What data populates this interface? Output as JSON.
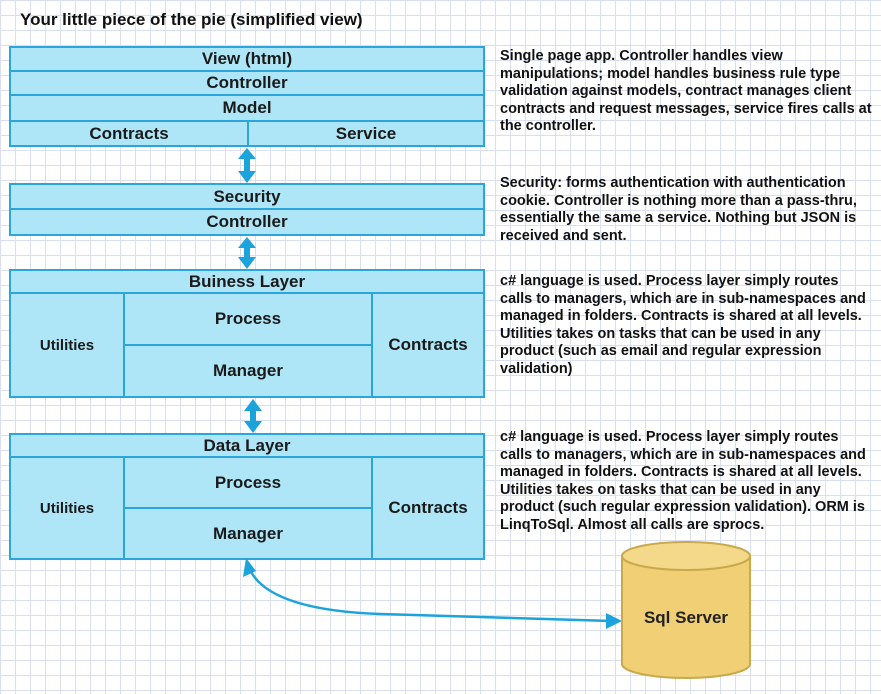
{
  "title": "Your little piece of the pie (simplified view)",
  "top_stack": {
    "view": "View (html)",
    "controller": "Controller",
    "model": "Model",
    "contracts": "Contracts",
    "service": "Service"
  },
  "security_stack": {
    "security": "Security",
    "controller": "Controller"
  },
  "business_layer": {
    "header": "Buiness Layer",
    "utilities": "Utilities",
    "process": "Process",
    "manager": "Manager",
    "contracts": "Contracts"
  },
  "data_layer": {
    "header": "Data Layer",
    "utilities": "Utilities",
    "process": "Process",
    "manager": "Manager",
    "contracts": "Contracts"
  },
  "database": {
    "label": "Sql Server"
  },
  "notes": {
    "top": "Single page app. Controller handles view manipulations; model handles business rule type validation against models, contract manages client contracts and request messages, service fires calls at the controller.",
    "security": "Security: forms authentication with authentication cookie. Controller is nothing more than a pass-thru, essentially the same a service. Nothing but JSON is received and sent.",
    "business": "c# language is used. Process layer simply routes calls to managers, which are in sub-namespaces and managed in folders. Contracts is shared at all levels. Utilities takes on tasks that can be used in any product (such as email and regular expression validation)",
    "data": "c# language is used. Process layer simply routes calls to managers, which are in sub-namespaces and managed in folders. Contracts is shared at all levels. Utilities takes on tasks that can be used in any product (such regular expression validation). ORM is LinqToSql. Almost all calls are sprocs."
  },
  "colors": {
    "box_fill": "#aee6f7",
    "box_border": "#2aa6dd",
    "connector": "#1ba3dc",
    "db_fill": "#f0cf75",
    "db_border": "#c9a94c"
  }
}
